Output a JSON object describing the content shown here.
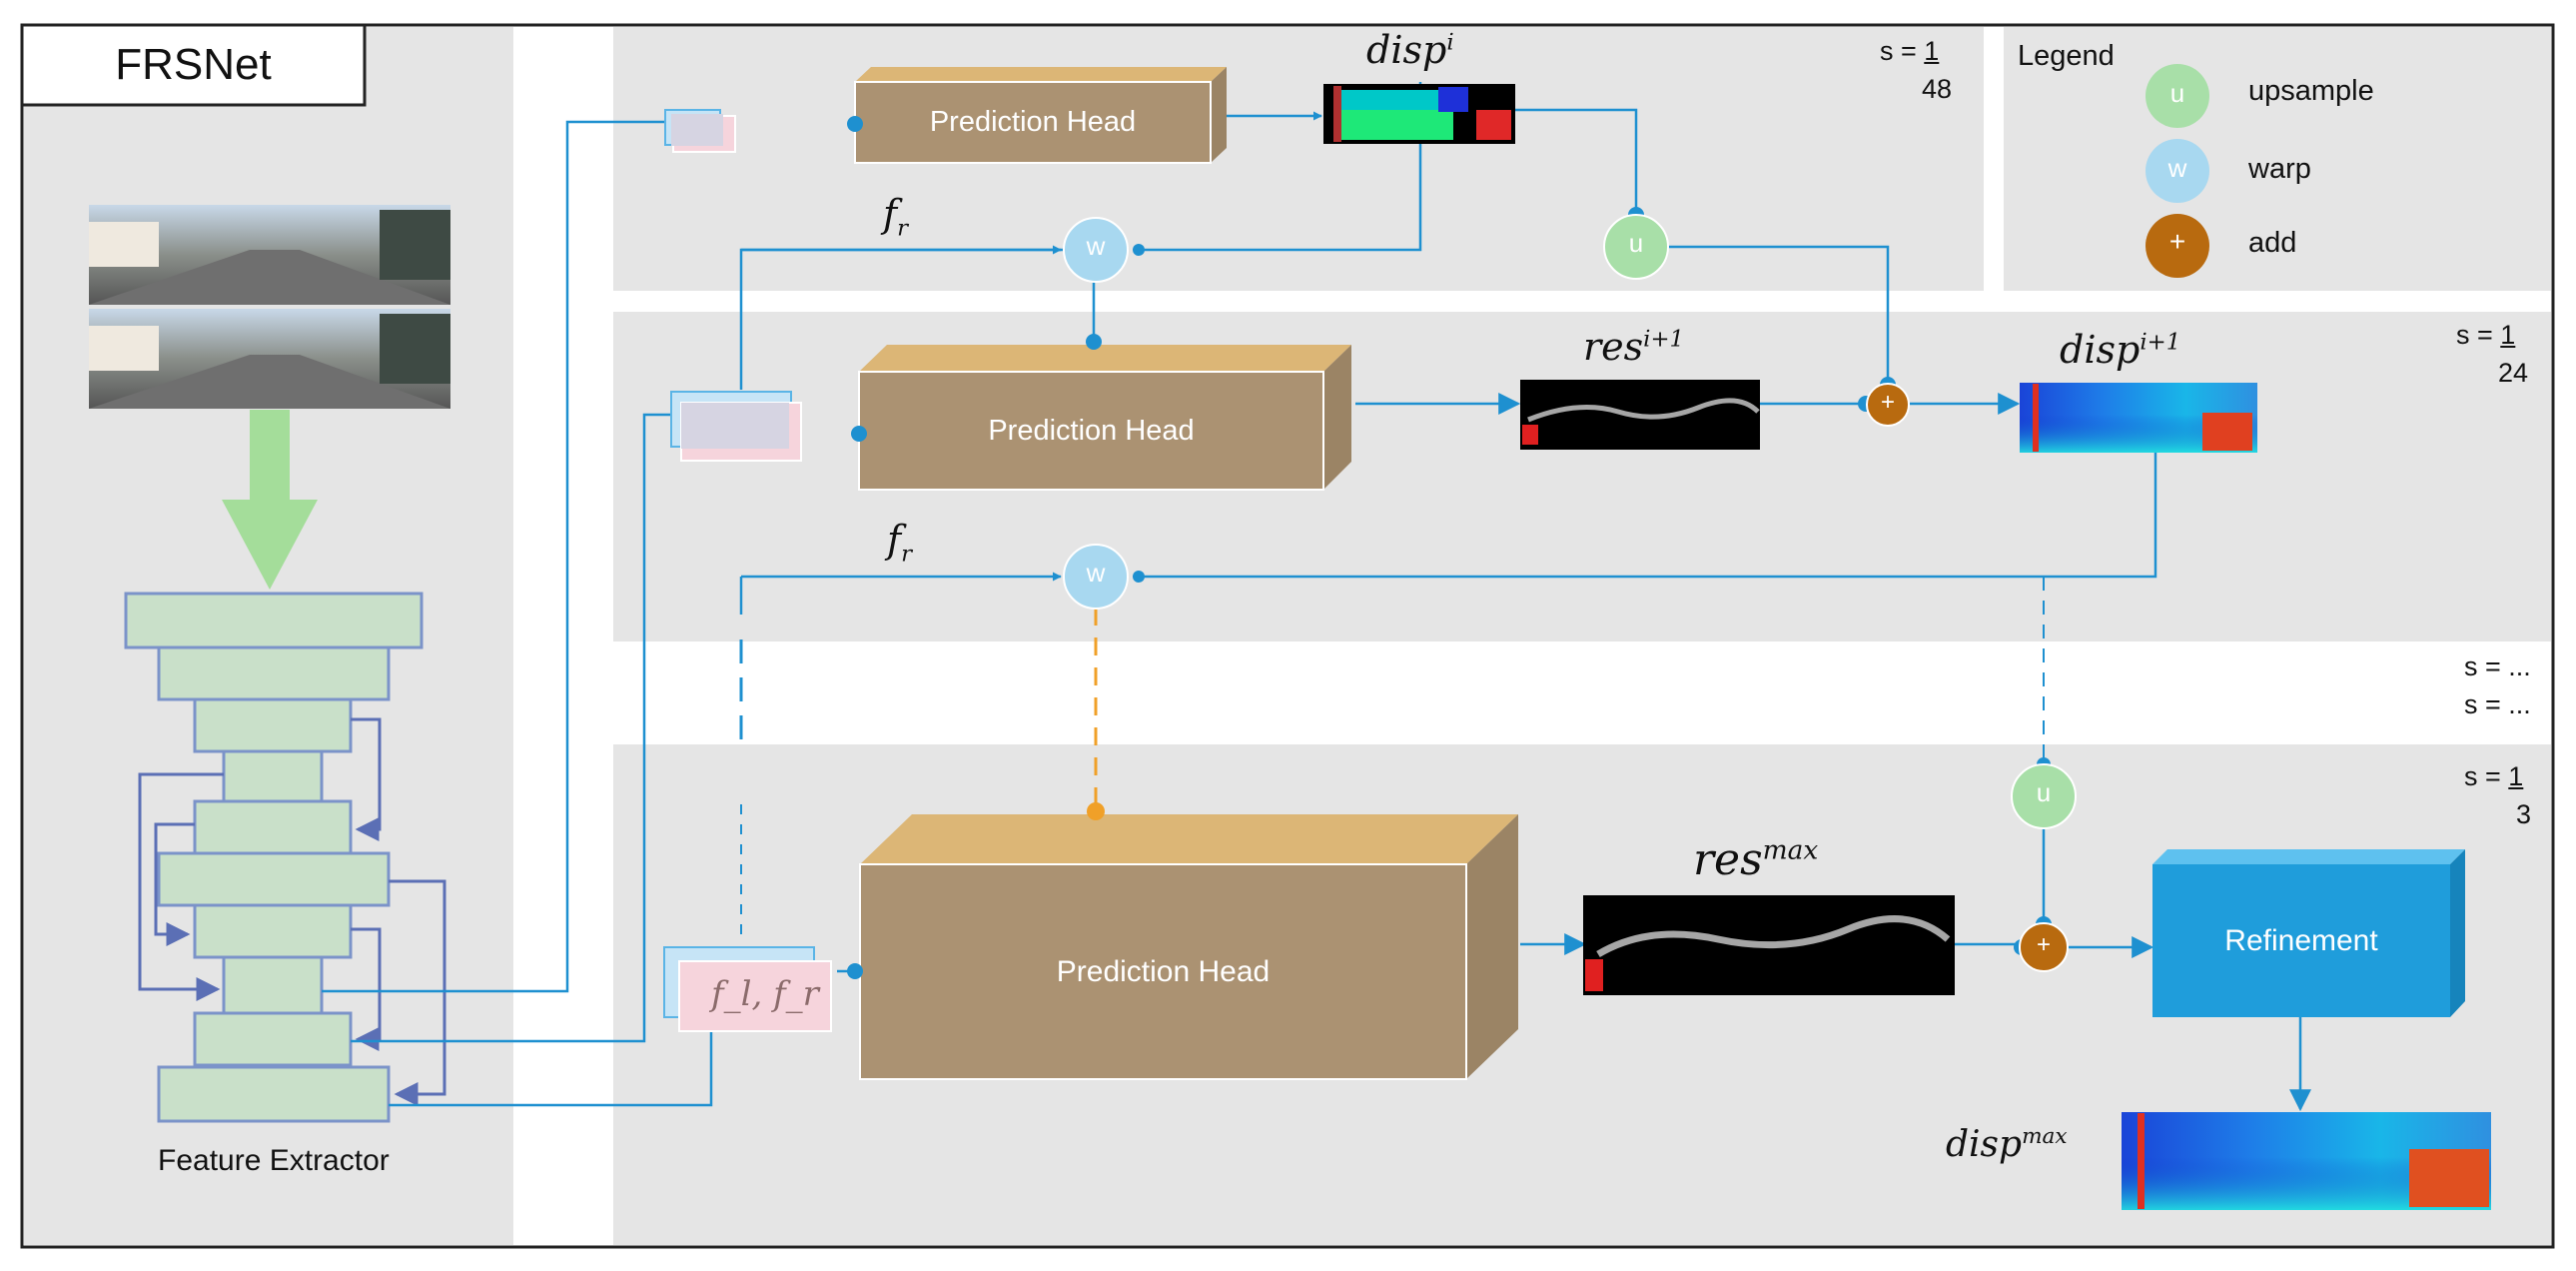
{
  "title": "FRSNet",
  "feature_extractor_label": "Feature Extractor",
  "legend": {
    "title": "Legend",
    "items": [
      {
        "symbol": "u",
        "label": "upsample",
        "color": "#a8dfa8"
      },
      {
        "symbol": "w",
        "label": "warp",
        "color": "#a8d8f0"
      },
      {
        "symbol": "+",
        "label": "add",
        "color": "#b86a0f"
      }
    ]
  },
  "scales": {
    "s1": {
      "prefix": "s =",
      "num": "1",
      "den": "48"
    },
    "s2": {
      "prefix": "s =",
      "num": "1",
      "den": "24"
    },
    "s_dots_1": "s = ...",
    "s_dots_2": "s = ...",
    "s3": {
      "prefix": "s =",
      "num": "1",
      "den": "3"
    }
  },
  "prediction_head_label": "Prediction Head",
  "refinement_label": "Refinement",
  "symbols": {
    "u": "u",
    "w": "w",
    "add": "+"
  },
  "math": {
    "disp_i": {
      "base": "disp",
      "sup": "i"
    },
    "res_i1": {
      "base": "res",
      "sup": "i+1"
    },
    "disp_i1": {
      "base": "disp",
      "sup": "i+1"
    },
    "res_max": {
      "base": "res",
      "sup": "max"
    },
    "disp_max": {
      "base": "disp",
      "sup": "max"
    },
    "f_r_1": {
      "base": "f",
      "sub": "r"
    },
    "f_r_2": {
      "base": "f",
      "sub": "r"
    },
    "f_lr": "f_l, f_r"
  },
  "colors": {
    "panel": "#e5e5e5",
    "pred_front": "#ab9272",
    "pred_top": "#dcb676",
    "pred_side": "#9b8465",
    "refine_front": "#1f9ddb",
    "refine_top": "#5ec1ef",
    "refine_side": "#1684bc",
    "arrow_blue": "#1e90d0",
    "arrow_orange": "#f0a028",
    "fe_block": "#c9e0c9",
    "fe_border": "#7b93c9",
    "fe_arrow": "#5b6fb5",
    "big_arrow": "#a4dd9a"
  }
}
